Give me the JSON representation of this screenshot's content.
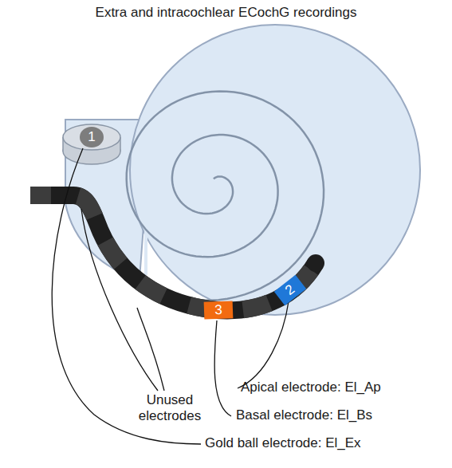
{
  "diagram": {
    "title": "Extra and intracochlear ECochG recordings",
    "nodes": [
      {
        "text": [
          "1"
        ]
      },
      {
        "text": [
          "2"
        ]
      },
      {
        "text": [
          "3"
        ]
      }
    ],
    "labels": [
      "Apical electrode: El_Ap",
      "Basal electrode: El_Bs",
      "Unused electrodes",
      "Gold ball electrode: El_Ex"
    ]
  }
}
